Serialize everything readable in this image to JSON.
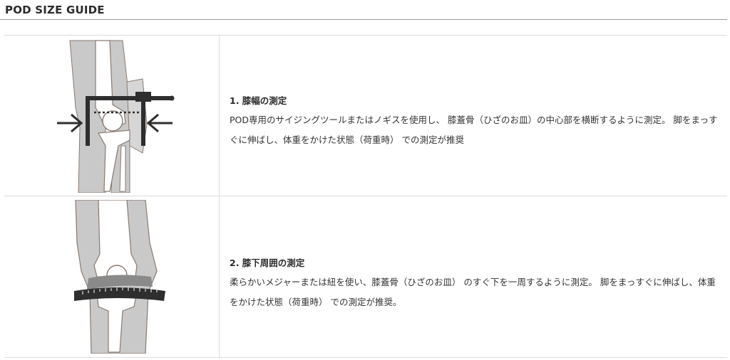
{
  "header": {
    "title": "POD SIZE GUIDE"
  },
  "steps": [
    {
      "title": "1. 膝幅の測定",
      "body": "POD専用のサイジングツールまたはノギスを使用し、 膝蓋骨（ひざのお皿）の中心部を横断するように測定。 脚をまっすぐに伸ばし、体重をかけた状態（荷重時） での測定が推奨",
      "illustration": "knee-width-caliper-illustration"
    },
    {
      "title": "2. 膝下周囲の測定",
      "body": "柔らかいメジャーまたは紐を使い、膝蓋骨（ひざのお皿） のすぐ下を一周するように測定。 脚をまっすぐに伸ばし、体重をかけた状態（荷重時） での測定が推奨。",
      "illustration": "below-knee-tape-illustration"
    }
  ],
  "colors": {
    "leg_fill": "#c9c9c9",
    "bone_fill": "#ffffff",
    "outline": "#8a7a70",
    "tool": "#2e2e2e",
    "divider": "#dcdcdc"
  }
}
